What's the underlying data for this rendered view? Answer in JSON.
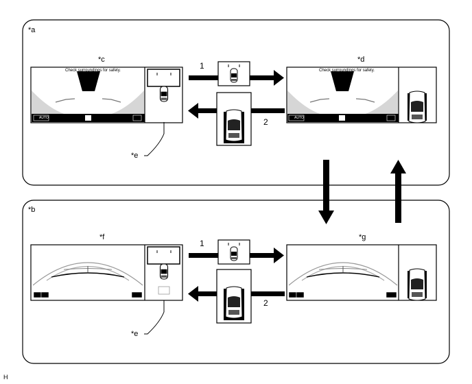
{
  "panel_a": {
    "label": "*a"
  },
  "panel_b": {
    "label": "*b"
  },
  "screens": {
    "c": {
      "label": "*c",
      "message": "Check surroundings for safety."
    },
    "d": {
      "label": "*d",
      "message": "Check surroundings for safety."
    },
    "f": {
      "label": "*f"
    },
    "g": {
      "label": "*g"
    },
    "e_top": {
      "label": "*e"
    },
    "e_bottom": {
      "label": "*e"
    }
  },
  "arrows": {
    "top_forward": "1",
    "top_back": "2",
    "bottom_forward": "1",
    "bottom_back": "2"
  },
  "buttons": {
    "auto": "AUTO"
  },
  "footer": {
    "code": "H"
  }
}
